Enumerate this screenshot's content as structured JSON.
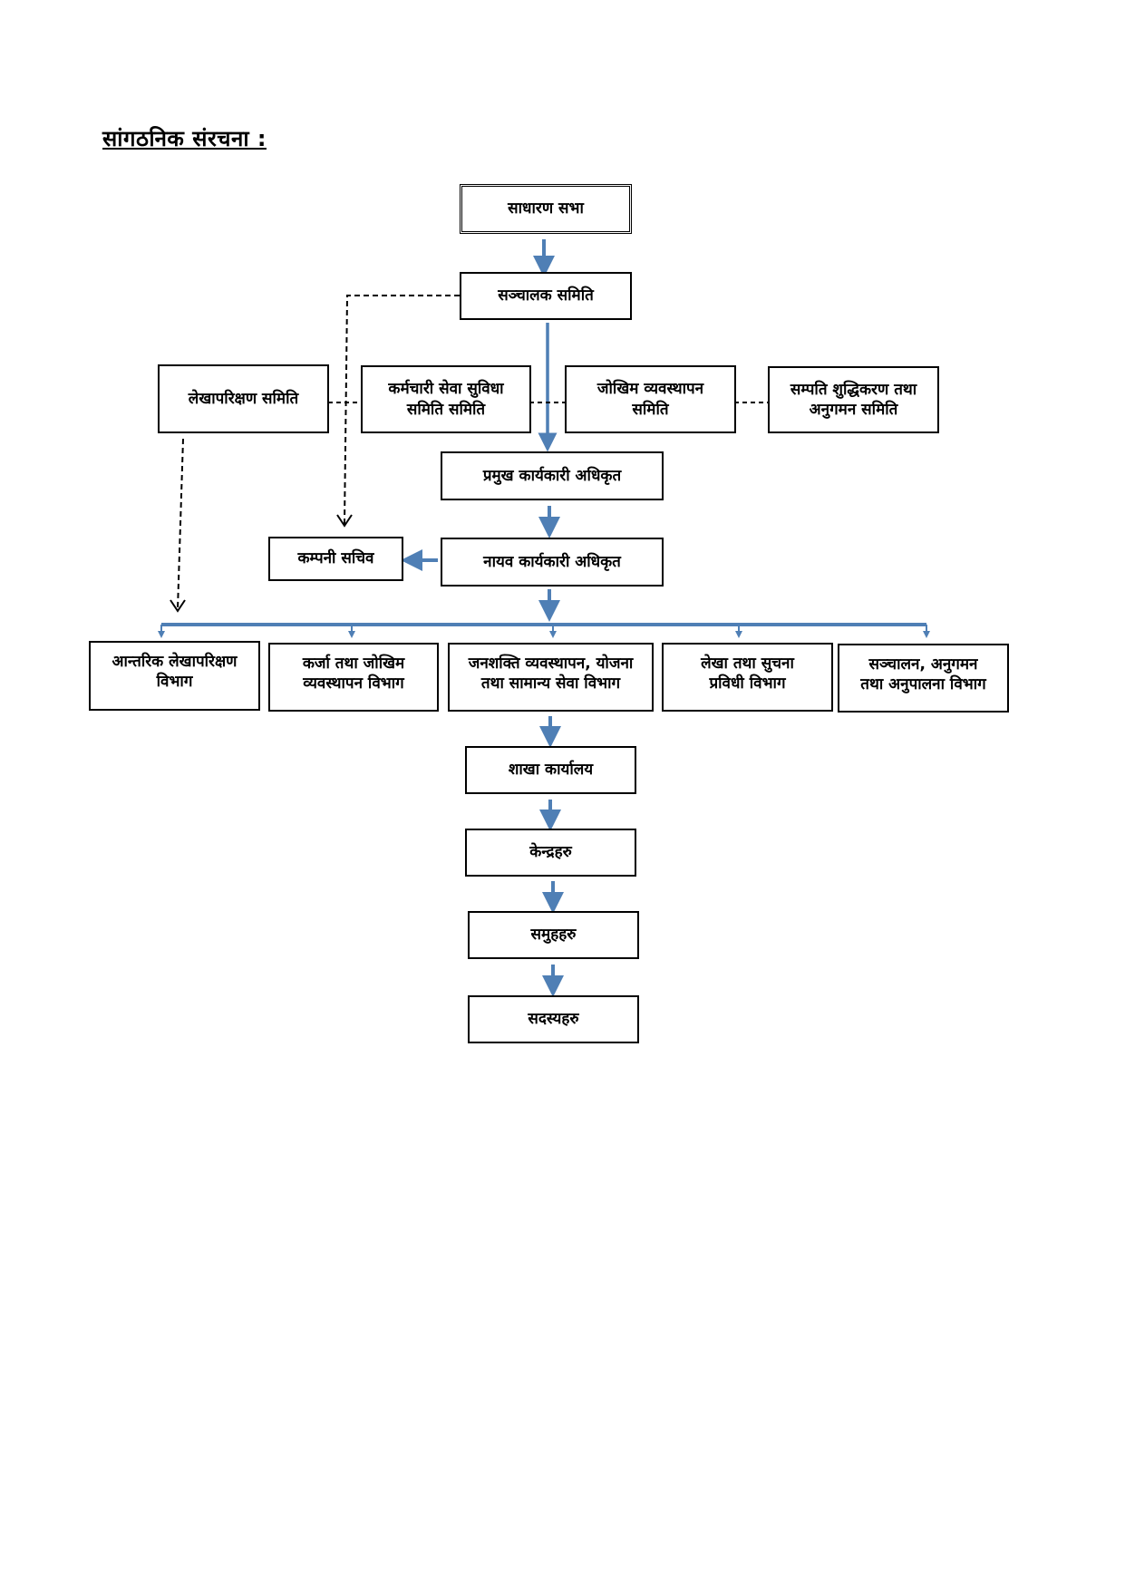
{
  "title": "सांगठनिक संरचना  :",
  "colors": {
    "arrow": "#4f7fb5",
    "line": "#000000",
    "box_border": "#000000"
  },
  "boxes": {
    "general_assembly": "साधारण सभा",
    "board": "सञ्चालक समिति",
    "audit_committee": "लेखापरिक्षण समिति",
    "staff_welfare_committee": "कर्मचारी सेवा सुविधा\nसमिति समिति",
    "risk_committee": "जोखिम व्यवस्थापन\nसमिति",
    "aml_committee": "सम्पति शुद्धिकरण तथा\nअनुगमन समिति",
    "ceo": "प्रमुख कार्यकारी अधिकृत",
    "deputy_ceo": "नायव कार्यकारी अधिकृत",
    "company_secretary": "कम्पनी सचिव",
    "dept_internal_audit": "आन्तरिक लेखापरिक्षण\nविभाग",
    "dept_credit_risk": "कर्जा तथा जोखिम\nव्यवस्थापन विभाग",
    "dept_hr_planning": "जनशक्ति व्यवस्थापन, योजना\nतथा सामान्य सेवा विभाग",
    "dept_accounts_it": "लेखा तथा सुचना\nप्रविधी विभाग",
    "dept_operations": "सञ्चालन, अनुगमन\nतथा अनुपालना विभाग",
    "branch_office": "शाखा कार्यालय",
    "centers": "केन्द्रहरु",
    "groups": "समुहहरु",
    "members": "सदस्यहरु"
  }
}
